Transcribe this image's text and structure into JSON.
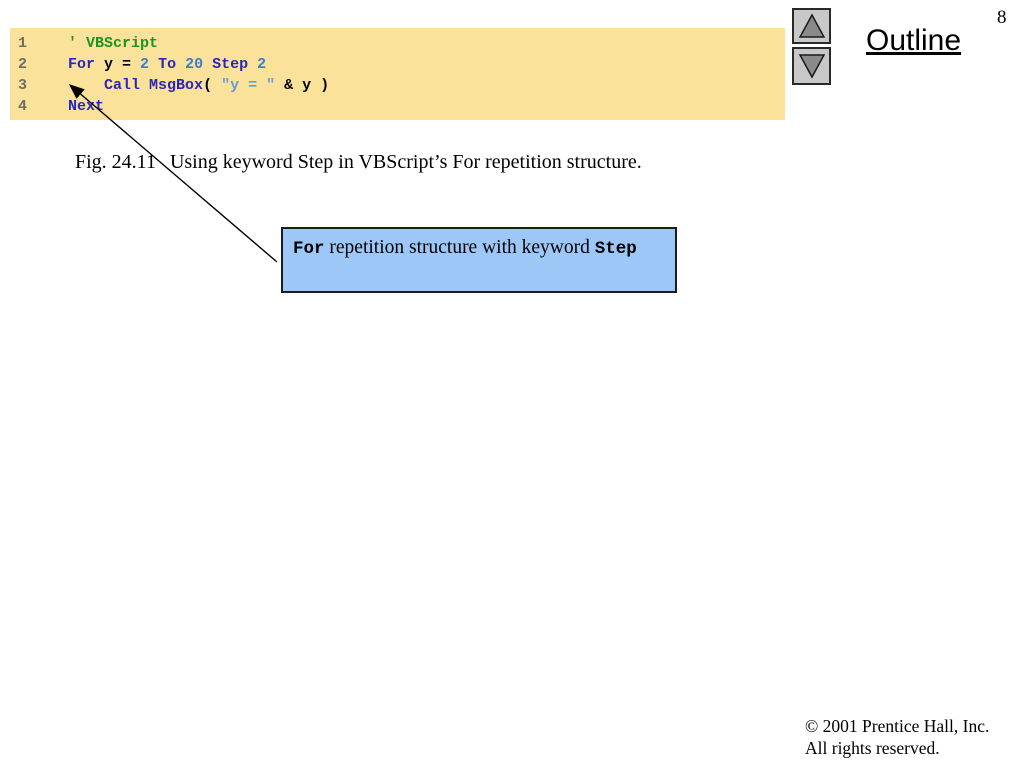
{
  "page": {
    "number": "8"
  },
  "nav": {
    "outline_label": "Outline",
    "up_button_icon": "up-triangle",
    "down_button_icon": "down-triangle",
    "button_bg": "#c8c8c8",
    "triangle_fill": "#8a8a8a"
  },
  "code_panel": {
    "bg": "#fae29a",
    "colors": {
      "keyword": "#2828b4",
      "number": "#3c7ad2",
      "string": "#6699e0",
      "comment": "#1c9422",
      "plain": "#000000",
      "line_number": "#6e6e64"
    },
    "lines": [
      {
        "num": "1",
        "segments": [
          {
            "t": "' VBScript",
            "c": "comment"
          }
        ]
      },
      {
        "num": "2",
        "segments": [
          {
            "t": "For",
            "c": "keyword"
          },
          {
            "t": " y = ",
            "c": "plain"
          },
          {
            "t": "2",
            "c": "number"
          },
          {
            "t": " ",
            "c": "plain"
          },
          {
            "t": "To",
            "c": "keyword"
          },
          {
            "t": " ",
            "c": "plain"
          },
          {
            "t": "20",
            "c": "number"
          },
          {
            "t": " ",
            "c": "plain"
          },
          {
            "t": "Step",
            "c": "keyword"
          },
          {
            "t": " ",
            "c": "plain"
          },
          {
            "t": "2",
            "c": "number"
          }
        ]
      },
      {
        "num": "3",
        "segments": [
          {
            "t": "    ",
            "c": "plain"
          },
          {
            "t": "Call",
            "c": "keyword"
          },
          {
            "t": " ",
            "c": "plain"
          },
          {
            "t": "MsgBox",
            "c": "keyword"
          },
          {
            "t": "( ",
            "c": "plain"
          },
          {
            "t": "\"y = \"",
            "c": "string"
          },
          {
            "t": " & y )",
            "c": "plain"
          }
        ]
      },
      {
        "num": "4",
        "segments": [
          {
            "t": "Next",
            "c": "keyword"
          }
        ]
      }
    ]
  },
  "caption": {
    "prefix": "Fig. 24.11",
    "text": "Using keyword Step in VBScript’s For repetition structure."
  },
  "callout": {
    "bg": "#9cc7f7",
    "segments": [
      {
        "t": "For",
        "mono": true
      },
      {
        "t": " repetition structure with keyword ",
        "mono": false
      },
      {
        "t": "Step",
        "mono": true
      }
    ]
  },
  "footer": {
    "line1": "© 2001 Prentice Hall, Inc.",
    "line2": "All rights reserved."
  }
}
